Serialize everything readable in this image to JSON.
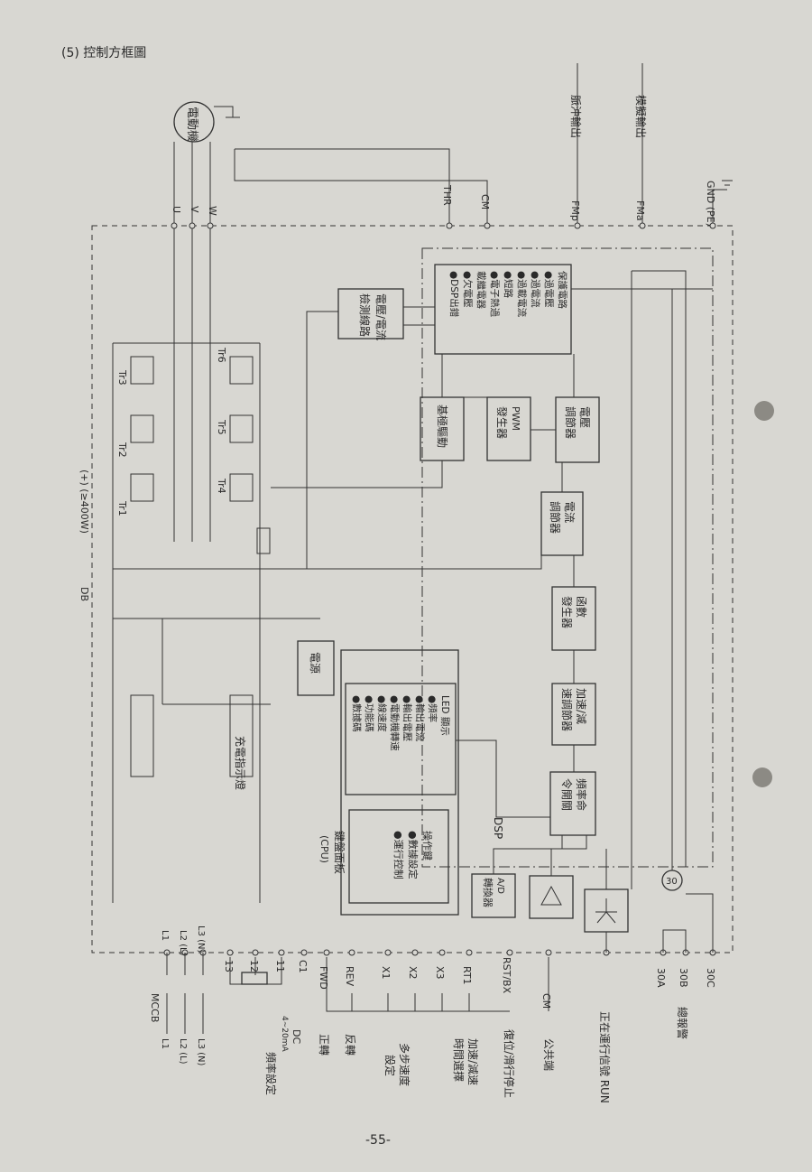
{
  "title": "(5) 控制方框圖",
  "page_number": "-55-",
  "motor": "電動機",
  "outputs": {
    "pulse": "脈沖輸出",
    "analog": "模擬輸出",
    "gnd": "GND (PE)",
    "fmp": "FMp",
    "fma": "FMa",
    "thr": "THR",
    "cm": "CM"
  },
  "phases": [
    "U",
    "V",
    "W"
  ],
  "transistors": [
    "Tr1",
    "Tr2",
    "Tr3",
    "Tr4",
    "Tr5",
    "Tr6"
  ],
  "db": {
    "label": "DB",
    "note": "(+) (≥400W)"
  },
  "blocks": {
    "protection": [
      "保護電路",
      "●過電壓",
      "●過電流",
      "●過載電流",
      "●短路",
      "●電子熱過",
      "  載繼電器",
      "●欠電壓",
      "●DSP出錯"
    ],
    "detect": [
      "電壓/電流",
      "檢測線路"
    ],
    "base_drive": "基極驅動",
    "pwm": [
      "PWM",
      "發生器"
    ],
    "voltage_reg": [
      "電壓",
      "調節器"
    ],
    "current_reg": [
      "電流",
      "調節器"
    ],
    "function_gen": [
      "函數",
      "發生器"
    ],
    "accel_decel": [
      "加速/減",
      "速調節器"
    ],
    "freq_cmd": [
      "頻率命",
      "令開關"
    ],
    "power": "電源",
    "ad": [
      "A/D",
      "轉換器"
    ],
    "charge_lamp": "充電指示燈",
    "dsp": "DSP"
  },
  "keypad": {
    "title": [
      "鍵盤面板",
      "(CPU)"
    ],
    "led": [
      "LED 顯示",
      "●頻率",
      "●輸出電流",
      "●輸出電壓",
      "●電動機轉速",
      "●線速度",
      "●功能碼",
      "●數據碼"
    ],
    "ops": [
      "操作鍵",
      "●數據設定",
      "●運行控制"
    ]
  },
  "inputs": {
    "mccb": "MCCB",
    "lines": [
      "L1",
      "L2 (L)",
      "L3 (N)"
    ],
    "line_terms": [
      "L1",
      "L2 (L)",
      "L3 (N)"
    ],
    "freq_terms": [
      "13",
      "12",
      "11",
      "C1"
    ],
    "dc": [
      "DC",
      "4~20mA"
    ],
    "freq_setting": "頻率設定",
    "controls": [
      "FWD",
      "REV",
      "X1",
      "X2",
      "X3",
      "RT1",
      "RST/BX",
      "CM"
    ],
    "control_labels": [
      "正轉",
      "反轉",
      "多步速度",
      "設定",
      "加速/減速",
      "時間選擇",
      "復位/滑行停止",
      "公共端"
    ],
    "run": "正在運行信號 RUN",
    "alarm_terms": [
      "30A",
      "30B",
      "30C"
    ],
    "alarm": "總報警",
    "relay": "30"
  }
}
